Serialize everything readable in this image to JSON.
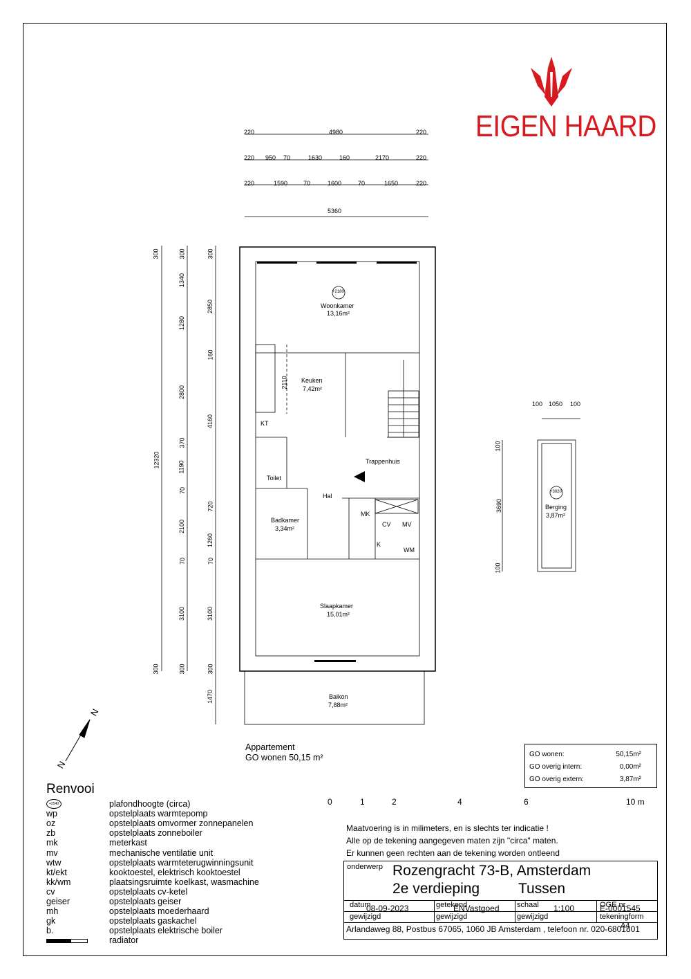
{
  "logo": {
    "text": "EIGEN HAARD",
    "color": "#d71920"
  },
  "dimensions": {
    "top_row1": [
      "220",
      "4980",
      "220"
    ],
    "top_row2": [
      "220",
      "950",
      "70",
      "1630",
      "160",
      "2170",
      "220"
    ],
    "top_row3": [
      "220",
      "1590",
      "70",
      "1600",
      "70",
      "1650",
      "220"
    ],
    "top_row4": [
      "5360"
    ],
    "left_col1": [
      "300",
      "12320",
      "300"
    ],
    "left_col2": [
      "300",
      "1340",
      "1280",
      "2800",
      "370",
      "1190",
      "70",
      "2100",
      "70",
      "3100",
      "300"
    ],
    "left_col3": [
      "300",
      "2850",
      "160",
      "4160",
      "720",
      "1260",
      "70",
      "3100",
      "300",
      "1470"
    ],
    "kitchen_dim": "2110",
    "berging_top": [
      "100",
      "1050",
      "100"
    ],
    "berging_left": [
      "100",
      "3690",
      "100"
    ]
  },
  "rooms": {
    "woonkamer": {
      "name": "Woonkamer",
      "area": "13,16m²",
      "height": "+2180"
    },
    "keuken": {
      "name": "Keuken",
      "area": "7,42m²"
    },
    "kt": "KT",
    "trappenhuis": "Trappenhuis",
    "toilet": "Toilet",
    "hal": "Hal",
    "badkamer": {
      "name": "Badkamer",
      "area": "3,34m²"
    },
    "mk": "MK",
    "cv": "CV",
    "mv": "MV",
    "k": "K",
    "wm": "WM",
    "slaapkamer": {
      "name": "Slaapkamer",
      "area": "15,01m²"
    },
    "balkon": {
      "name": "Balkon",
      "area": "7,88m²"
    },
    "berging": {
      "name": "Berging",
      "area": "3,87m²",
      "height": "+3020"
    }
  },
  "north": "N",
  "appartement": {
    "line1": "Appartement",
    "line2": "GO wonen 50,15 m²"
  },
  "go_summary": [
    {
      "label": "GO wonen:",
      "value": "50,15m²"
    },
    {
      "label": "GO overig intern:",
      "value": "0,00m²"
    },
    {
      "label": "GO overig extern:",
      "value": "3,87m²"
    }
  ],
  "legend": {
    "title": "Renvooi",
    "symbol_label": "+2540",
    "items": [
      {
        "abbr": "",
        "desc": "plafondhoogte (circa)"
      },
      {
        "abbr": "wp",
        "desc": "opstelplaats warmtepomp"
      },
      {
        "abbr": "oz",
        "desc": "opstelplaats omvormer zonnepanelen"
      },
      {
        "abbr": "zb",
        "desc": "opstelplaats zonneboiler"
      },
      {
        "abbr": "mk",
        "desc": "meterkast"
      },
      {
        "abbr": "mv",
        "desc": "mechanische ventilatie unit"
      },
      {
        "abbr": "wtw",
        "desc": "opstelplaats warmteterugwinningsunit"
      },
      {
        "abbr": "kt/ekt",
        "desc": "kooktoestel, elektrisch kooktoestel"
      },
      {
        "abbr": "kk/wm",
        "desc": "plaatsingsruimte koelkast, wasmachine"
      },
      {
        "abbr": "cv",
        "desc": "opstelplaats cv-ketel"
      },
      {
        "abbr": "geiser",
        "desc": "opstelplaats geiser"
      },
      {
        "abbr": "mh",
        "desc": "opstelplaats moederhaard"
      },
      {
        "abbr": "gk",
        "desc": "opstelplaats gaskachel"
      },
      {
        "abbr": "b.",
        "desc": "opstelplaats elektrische boiler"
      },
      {
        "abbr": "",
        "desc": "radiator"
      }
    ]
  },
  "scale_bar": {
    "labels": [
      "0",
      "1",
      "2",
      "4",
      "6",
      "10  m"
    ]
  },
  "notes": [
    "Maatvoering is in milimeters, en is slechts ter indicatie !",
    "Alle op de tekening aangegeven maten zijn \"circa\" maten.",
    "Er kunnen geen rechten aan de tekening worden ontleend"
  ],
  "title_block": {
    "onderwerp_label": "onderwerp",
    "address": "Rozengracht 73-B, Amsterdam",
    "floor": "2e verdieping",
    "type": "Tussen",
    "datum_label": "datum",
    "datum": "08-09-2023",
    "getekend_label": "getekend",
    "getekend": "ENVastgoed",
    "schaal_label": "schaal",
    "schaal": "1:100",
    "oge_label": "OGE nr.",
    "oge": "E-0001545",
    "gewijzigd1": "gewijzigd",
    "gewijzigd2": "gewijzigd",
    "gewijzigd3": "gewijzigd",
    "tekeningform_label": "tekeningform",
    "tekeningform": "A4",
    "footer": "Arlandaweg 88, Postbus 67065, 1060 JB Amsterdam , telefoon nr. 020-6801801"
  }
}
